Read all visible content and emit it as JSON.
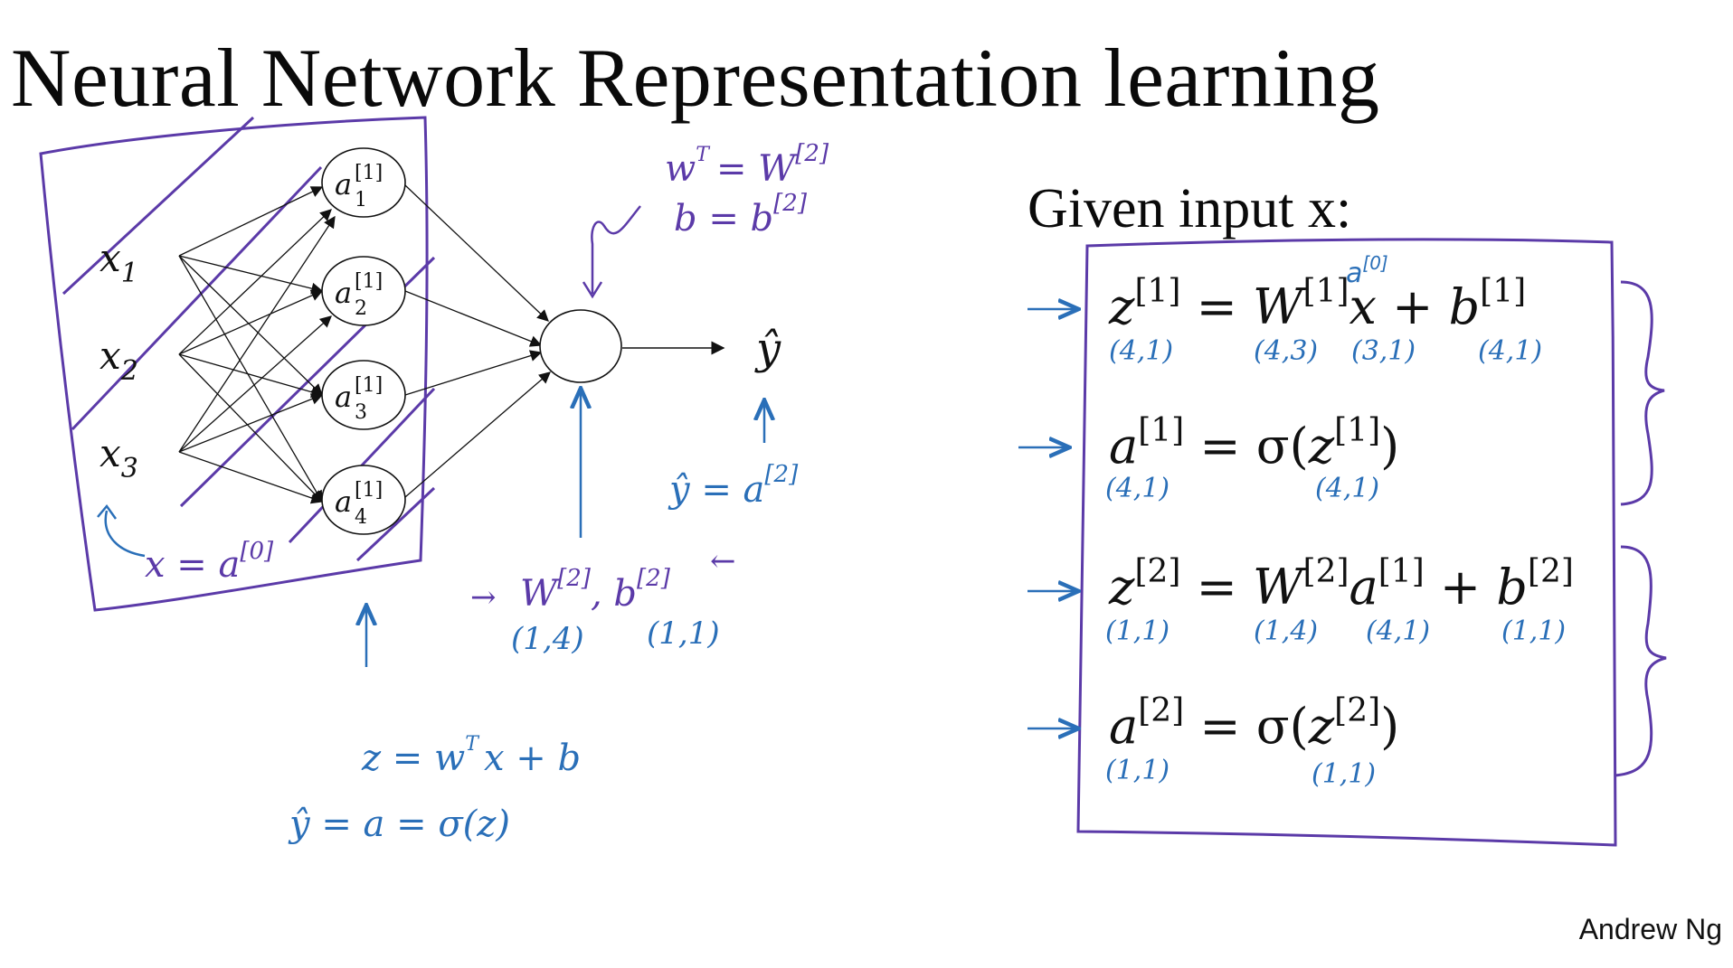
{
  "title": "Neural Network Representation learning",
  "given_label": "Given input x:",
  "author": "Andrew Ng",
  "colors": {
    "ink_purple": "#5b3aa8",
    "ink_blue": "#2a6fb8",
    "ink_black": "#111111"
  },
  "network": {
    "inputs": [
      {
        "var": "x",
        "sub": "1"
      },
      {
        "var": "x",
        "sub": "2"
      },
      {
        "var": "x",
        "sub": "3"
      }
    ],
    "hidden": [
      {
        "var": "a",
        "sup": "[1]",
        "sub": "1"
      },
      {
        "var": "a",
        "sup": "[1]",
        "sub": "2"
      },
      {
        "var": "a",
        "sup": "[1]",
        "sub": "3"
      },
      {
        "var": "a",
        "sup": "[1]",
        "sub": "4"
      }
    ],
    "output": "ŷ"
  },
  "annotations": {
    "x_eq_a0": "x = a",
    "x_eq_a0_sup": "[0]",
    "w_t_eq": "w",
    "w_t_sup": "T",
    "w_t_rhs": "= W",
    "w_t_rhs_sup": "[2]",
    "b_eq": "b = b",
    "b_eq_sup": "[2]",
    "yhat_eq": "ŷ = a",
    "yhat_eq_sup": "[2]",
    "w2": "W",
    "w2_sup": "[2]",
    "b2": ", b",
    "b2_sup": "[2]",
    "w2_dim": "(1,4)",
    "b2_dim": "(1,1)",
    "z_eq": "z = w",
    "z_eq_sup": "T",
    "z_eq_rest": "x + b",
    "yhat_sigma": "ŷ = a = σ(z)"
  },
  "equations": [
    {
      "lhs": "z",
      "lhs_sup": "[1]",
      "eq": " = ",
      "w": "W",
      "w_sup": "[1]",
      "var": "x",
      "plus": " + ",
      "b": "b",
      "b_sup": "[1]",
      "over_var": "a",
      "over_var_sup": "[0]",
      "dims": [
        "(4,1)",
        "(4,3)",
        "(3,1)",
        "(4,1)"
      ]
    },
    {
      "lhs": "a",
      "lhs_sup": "[1]",
      "eq": " = σ(",
      "arg": "z",
      "arg_sup": "[1]",
      "close": ")",
      "dims": [
        "(4,1)",
        "(4,1)"
      ]
    },
    {
      "lhs": "z",
      "lhs_sup": "[2]",
      "eq": " = ",
      "w": "W",
      "w_sup": "[2]",
      "var": "a",
      "var_sup": "[1]",
      "plus": " + ",
      "b": "b",
      "b_sup": "[2]",
      "dims": [
        "(1,1)",
        "(1,4)",
        "(4,1)",
        "(1,1)"
      ]
    },
    {
      "lhs": "a",
      "lhs_sup": "[2]",
      "eq": " = σ(",
      "arg": "z",
      "arg_sup": "[2]",
      "close": ")",
      "dims": [
        "(1,1)",
        "(1,1)"
      ]
    }
  ]
}
